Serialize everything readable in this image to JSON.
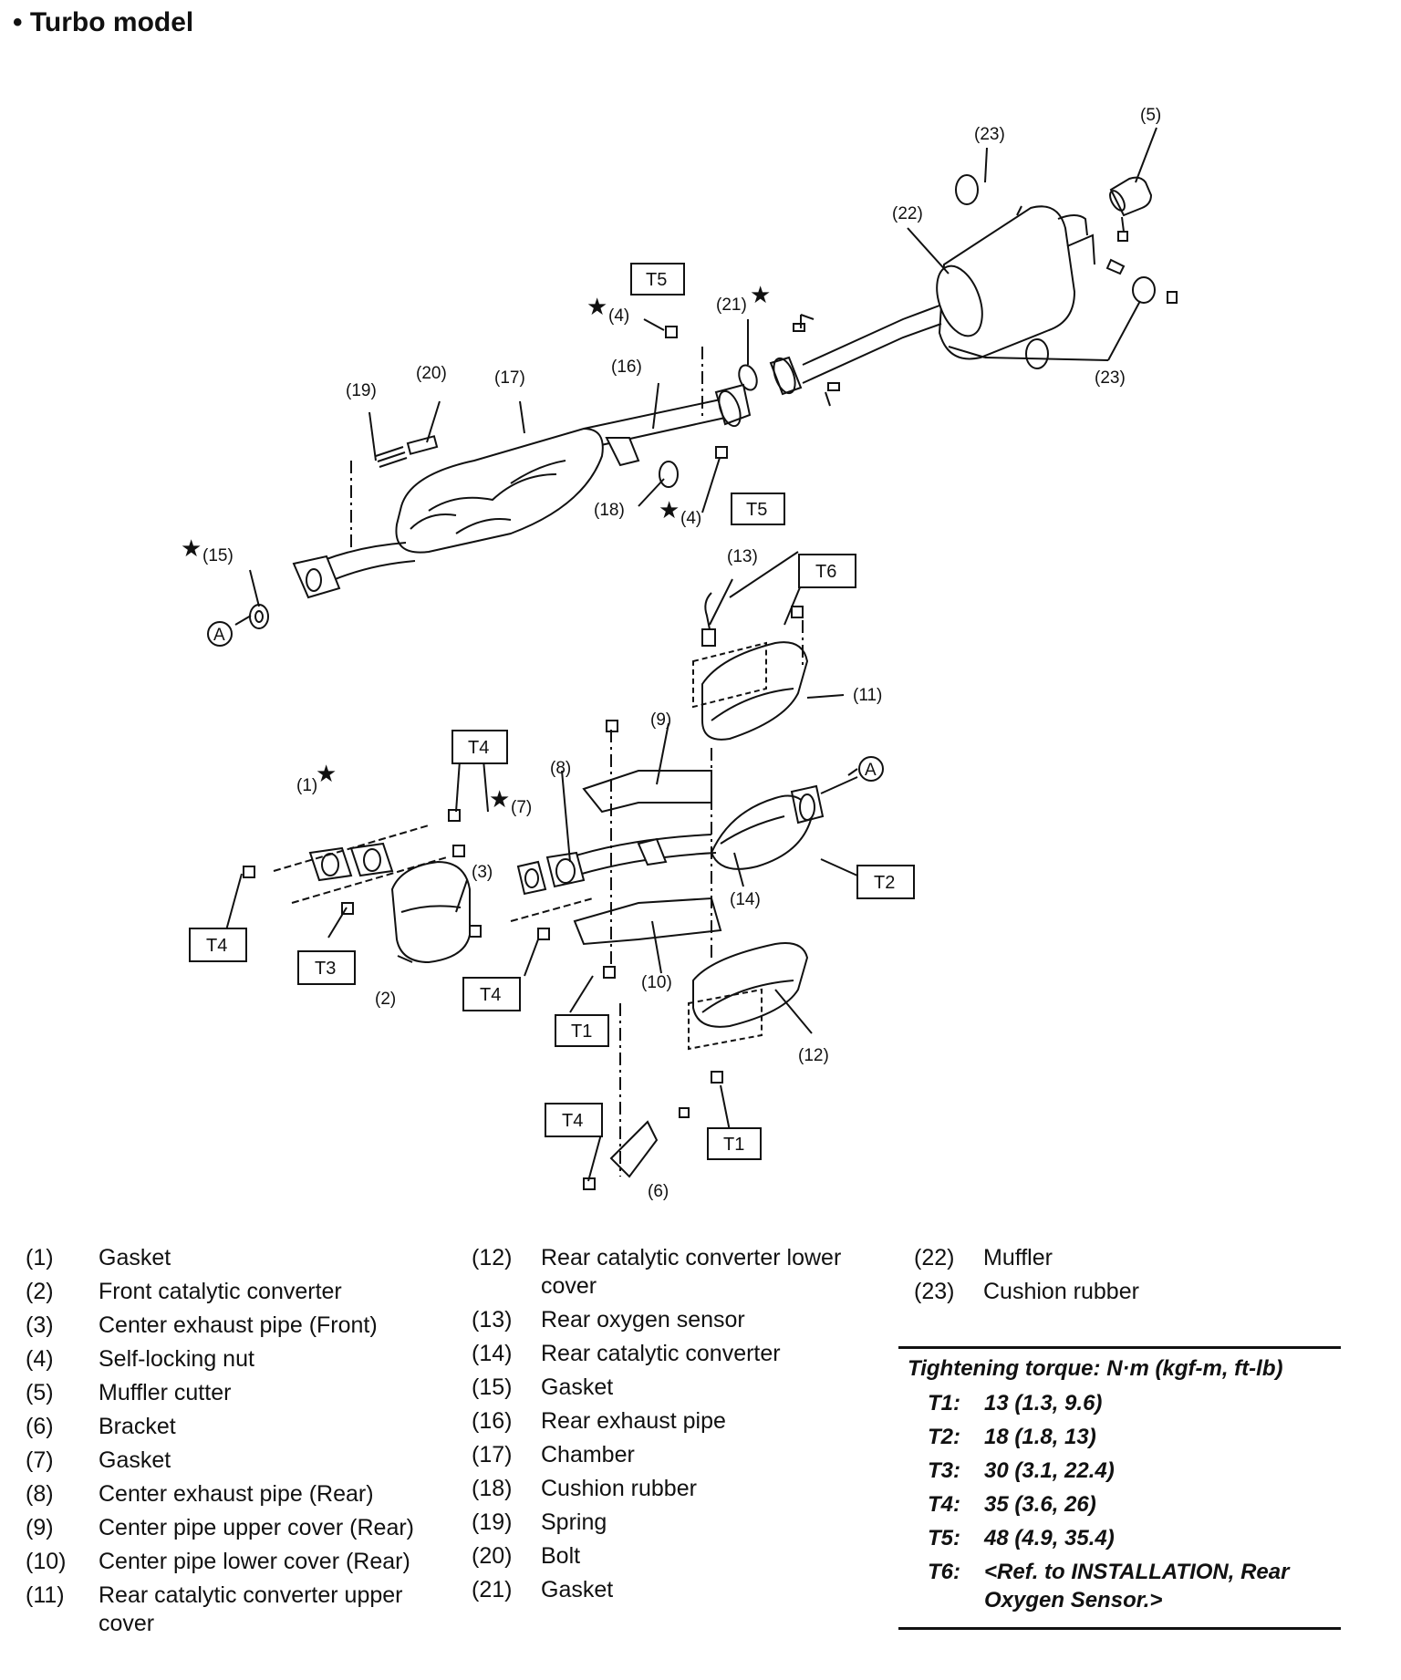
{
  "title": "• Turbo model",
  "diagram": {
    "callouts": [
      {
        "id": "c1",
        "text": "(1)"
      },
      {
        "id": "c2",
        "text": "(2)"
      },
      {
        "id": "c3",
        "text": "(3)"
      },
      {
        "id": "c4a",
        "text": "(4)"
      },
      {
        "id": "c4b",
        "text": "(4)"
      },
      {
        "id": "c5",
        "text": "(5)"
      },
      {
        "id": "c6",
        "text": "(6)"
      },
      {
        "id": "c7",
        "text": "(7)"
      },
      {
        "id": "c8",
        "text": "(8)"
      },
      {
        "id": "c9",
        "text": "(9)"
      },
      {
        "id": "c10",
        "text": "(10)"
      },
      {
        "id": "c11",
        "text": "(11)"
      },
      {
        "id": "c12",
        "text": "(12)"
      },
      {
        "id": "c13",
        "text": "(13)"
      },
      {
        "id": "c14",
        "text": "(14)"
      },
      {
        "id": "c15",
        "text": "(15)"
      },
      {
        "id": "c16",
        "text": "(16)"
      },
      {
        "id": "c17",
        "text": "(17)"
      },
      {
        "id": "c18",
        "text": "(18)"
      },
      {
        "id": "c19",
        "text": "(19)"
      },
      {
        "id": "c20",
        "text": "(20)"
      },
      {
        "id": "c21",
        "text": "(21)"
      },
      {
        "id": "c22",
        "text": "(22)"
      },
      {
        "id": "c23a",
        "text": "(23)"
      },
      {
        "id": "c23b",
        "text": "(23)"
      }
    ],
    "torque_boxes": [
      {
        "id": "t5a",
        "text": "T5"
      },
      {
        "id": "t5b",
        "text": "T5"
      },
      {
        "id": "t6",
        "text": "T6"
      },
      {
        "id": "t4a",
        "text": "T4"
      },
      {
        "id": "t4b",
        "text": "T4"
      },
      {
        "id": "t4c",
        "text": "T4"
      },
      {
        "id": "t4d",
        "text": "T4"
      },
      {
        "id": "t3",
        "text": "T3"
      },
      {
        "id": "t2",
        "text": "T2"
      },
      {
        "id": "t1a",
        "text": "T1"
      },
      {
        "id": "t1b",
        "text": "T1"
      }
    ],
    "reference_marks": [
      {
        "id": "a1",
        "text": "A"
      },
      {
        "id": "a2",
        "text": "A"
      }
    ],
    "star_symbol": "★"
  },
  "legend": [
    {
      "num": "(1)",
      "name": "Gasket"
    },
    {
      "num": "(2)",
      "name": "Front catalytic converter"
    },
    {
      "num": "(3)",
      "name": "Center exhaust pipe (Front)"
    },
    {
      "num": "(4)",
      "name": "Self-locking nut"
    },
    {
      "num": "(5)",
      "name": "Muffler cutter"
    },
    {
      "num": "(6)",
      "name": "Bracket"
    },
    {
      "num": "(7)",
      "name": "Gasket"
    },
    {
      "num": "(8)",
      "name": "Center exhaust pipe (Rear)"
    },
    {
      "num": "(9)",
      "name": "Center pipe upper cover (Rear)"
    },
    {
      "num": "(10)",
      "name": "Center pipe lower cover (Rear)"
    },
    {
      "num": "(11)",
      "name": "Rear catalytic converter upper cover"
    },
    {
      "num": "(12)",
      "name": "Rear catalytic converter lower cover"
    },
    {
      "num": "(13)",
      "name": "Rear oxygen sensor"
    },
    {
      "num": "(14)",
      "name": "Rear catalytic converter"
    },
    {
      "num": "(15)",
      "name": "Gasket"
    },
    {
      "num": "(16)",
      "name": "Rear exhaust pipe"
    },
    {
      "num": "(17)",
      "name": "Chamber"
    },
    {
      "num": "(18)",
      "name": "Cushion rubber"
    },
    {
      "num": "(19)",
      "name": "Spring"
    },
    {
      "num": "(20)",
      "name": "Bolt"
    },
    {
      "num": "(21)",
      "name": "Gasket"
    },
    {
      "num": "(22)",
      "name": "Muffler"
    },
    {
      "num": "(23)",
      "name": "Cushion rubber"
    }
  ],
  "torque": {
    "title": "Tightening torque: N·m (kgf-m, ft-lb)",
    "rows": [
      {
        "code": "T1:",
        "value": "13 (1.3, 9.6)"
      },
      {
        "code": "T2:",
        "value": "18 (1.8, 13)"
      },
      {
        "code": "T3:",
        "value": "30 (3.1, 22.4)"
      },
      {
        "code": "T4:",
        "value": "35 (3.6, 26)"
      },
      {
        "code": "T5:",
        "value": "48 (4.9, 35.4)"
      },
      {
        "code": "T6:",
        "value": "<Ref. to INSTALLATION, Rear Oxygen Sensor.>"
      }
    ]
  }
}
